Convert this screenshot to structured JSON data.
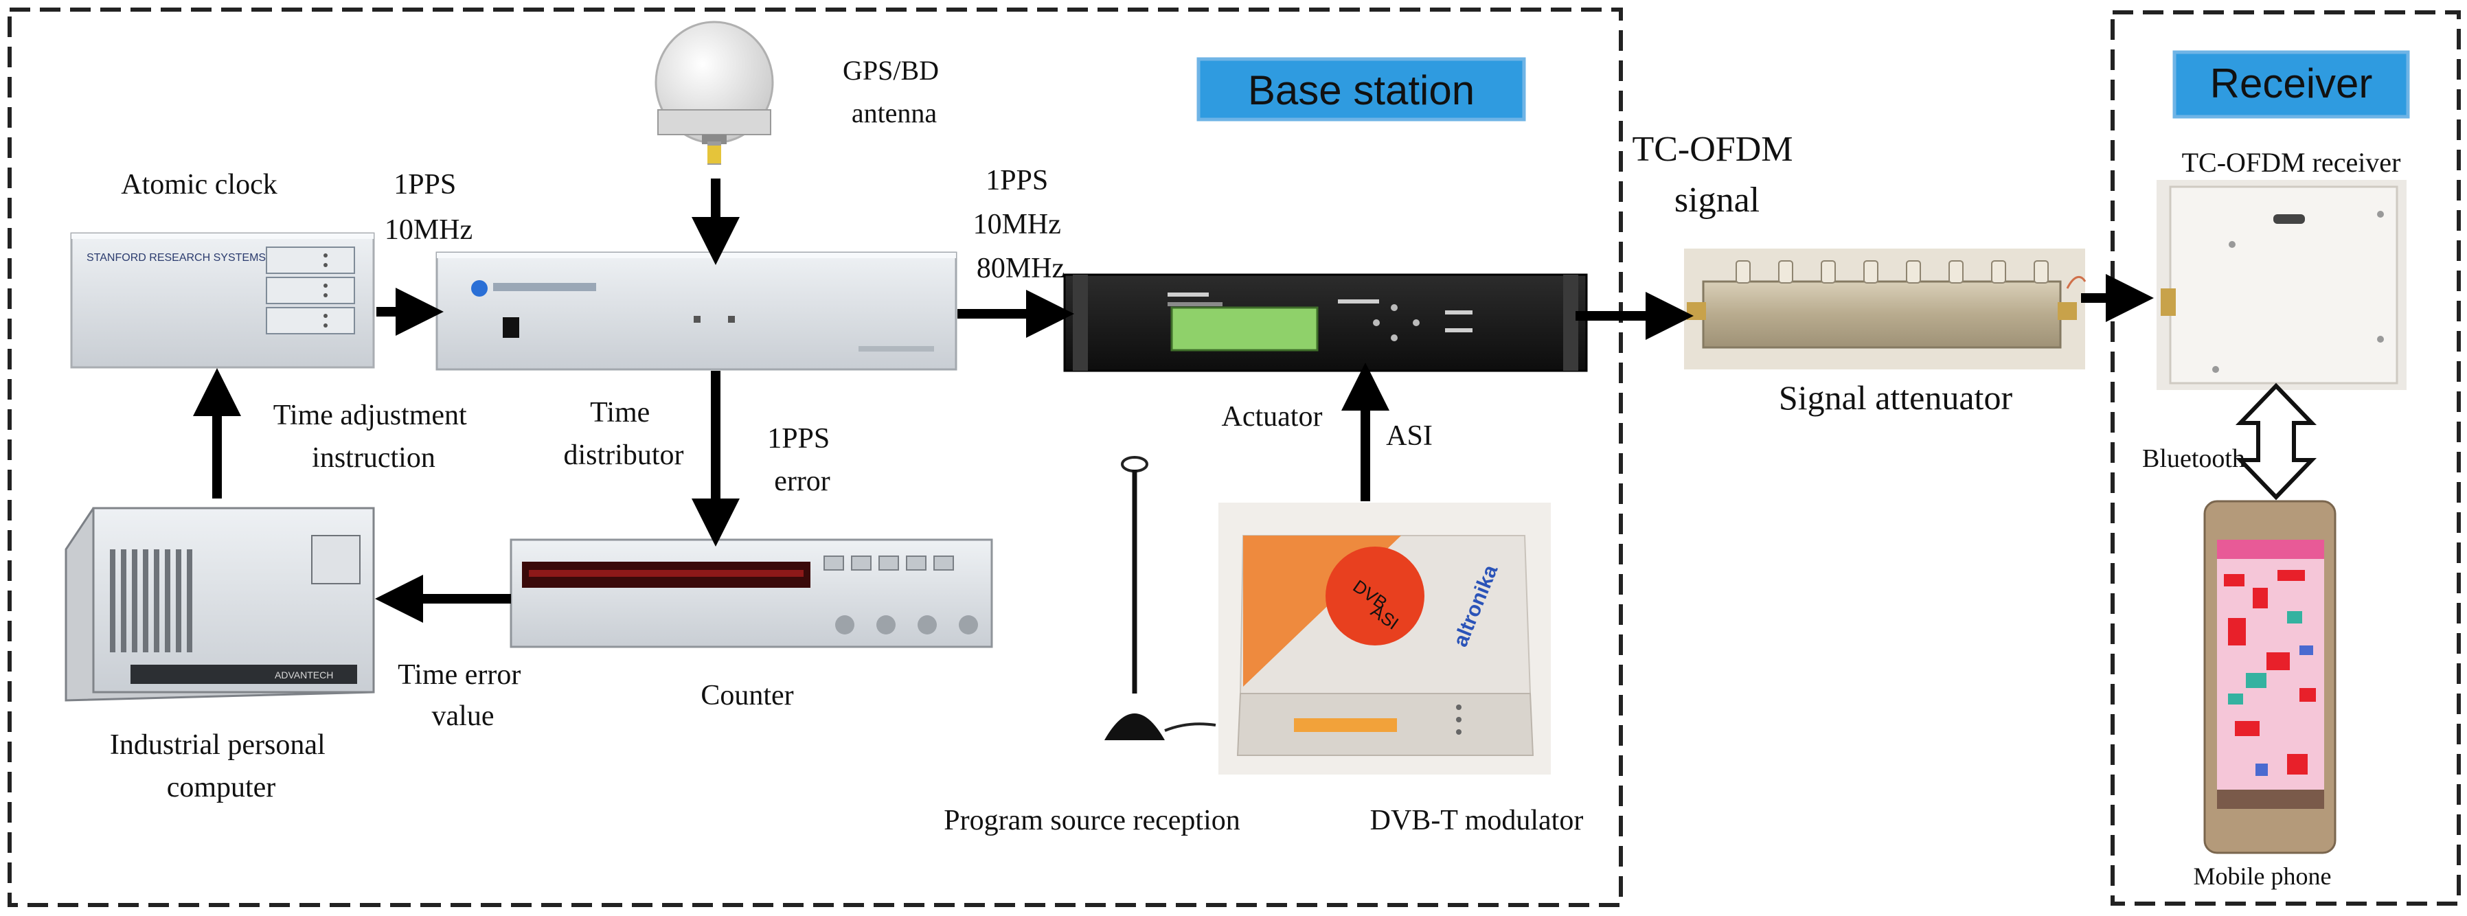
{
  "sections": {
    "base_station": "Base station",
    "receiver": "Receiver"
  },
  "labels": {
    "gps_antenna": [
      "GPS/BD",
      "antenna"
    ],
    "atomic_clock": "Atomic clock",
    "ref_signal_1": [
      "1PPS",
      "10MHz"
    ],
    "ref_signal_2": [
      "1PPS",
      "10MHz",
      "80MHz"
    ],
    "time_adjustment": [
      "Time adjustment",
      "instruction"
    ],
    "time_distributor": [
      "Time",
      "distributor"
    ],
    "pps_error": [
      "1PPS",
      "error"
    ],
    "actuator": "Actuator",
    "asi": "ASI",
    "industrial_pc": [
      "Industrial personal",
      "computer"
    ],
    "time_error_value": [
      "Time error",
      "value"
    ],
    "counter": "Counter",
    "program_source": "Program source reception",
    "dvbt_modulator": "DVB-T modulator",
    "tc_ofdm_signal": [
      "TC-OFDM",
      "signal"
    ],
    "signal_attenuator": "Signal attenuator",
    "tc_ofdm_receiver": "TC-OFDM receiver",
    "bluetooth": "Bluetooth",
    "mobile_phone": "Mobile phone"
  },
  "device_text": {
    "atomic_clock_brand": "STANFORD RESEARCH SYSTEMS",
    "modulator_badge": [
      "DVB",
      "ASI"
    ],
    "modulator_brand": "altronika",
    "ipc_brand": "ADVANTECH"
  },
  "colors": {
    "section_header_bg": "#2f9be0",
    "section_header_border": "#6fb4e6",
    "arrow": "#000000",
    "frame": "#222222"
  }
}
